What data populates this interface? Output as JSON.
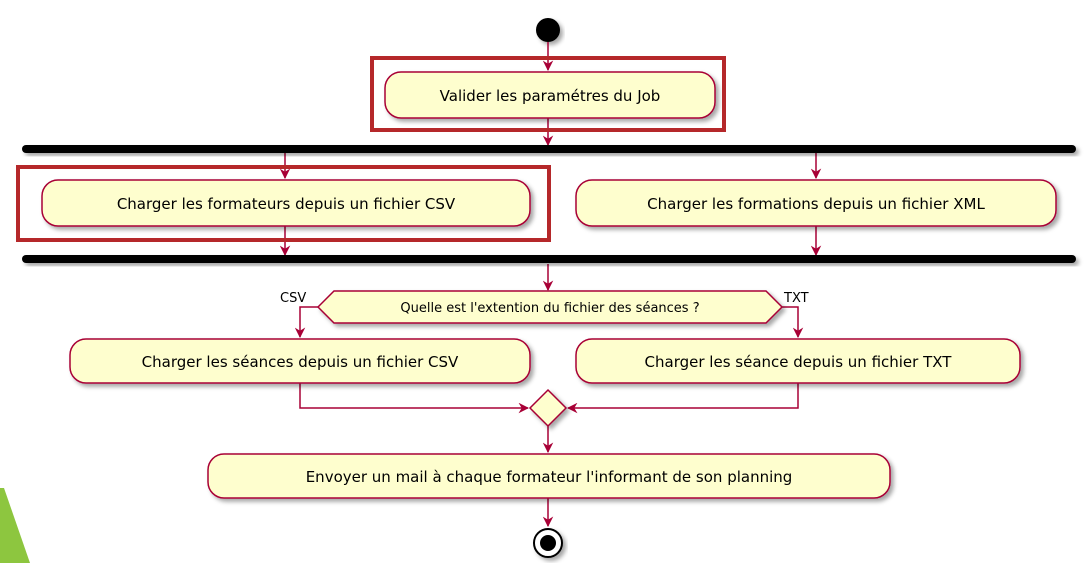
{
  "activities": {
    "validate": "Valider les paramétres du Job",
    "load_trainers": "Charger les formateurs depuis un fichier CSV",
    "load_trainings": "Charger les formations depuis un fichier XML",
    "load_sessions_csv": "Charger les séances depuis un fichier CSV",
    "load_sessions_txt": "Charger les séance depuis un fichier TXT",
    "send_mail": "Envoyer un mail à chaque formateur l'informant de son planning"
  },
  "decision": {
    "question": "Quelle est l'extention du fichier des séances ?",
    "branch_left": "CSV",
    "branch_right": "TXT"
  },
  "colors": {
    "node_fill": "#FEFECE",
    "node_border": "#A80036",
    "arrow": "#A80036",
    "highlight": "#B5282A",
    "bar": "#000000",
    "accent_green": "#8DC63F"
  }
}
